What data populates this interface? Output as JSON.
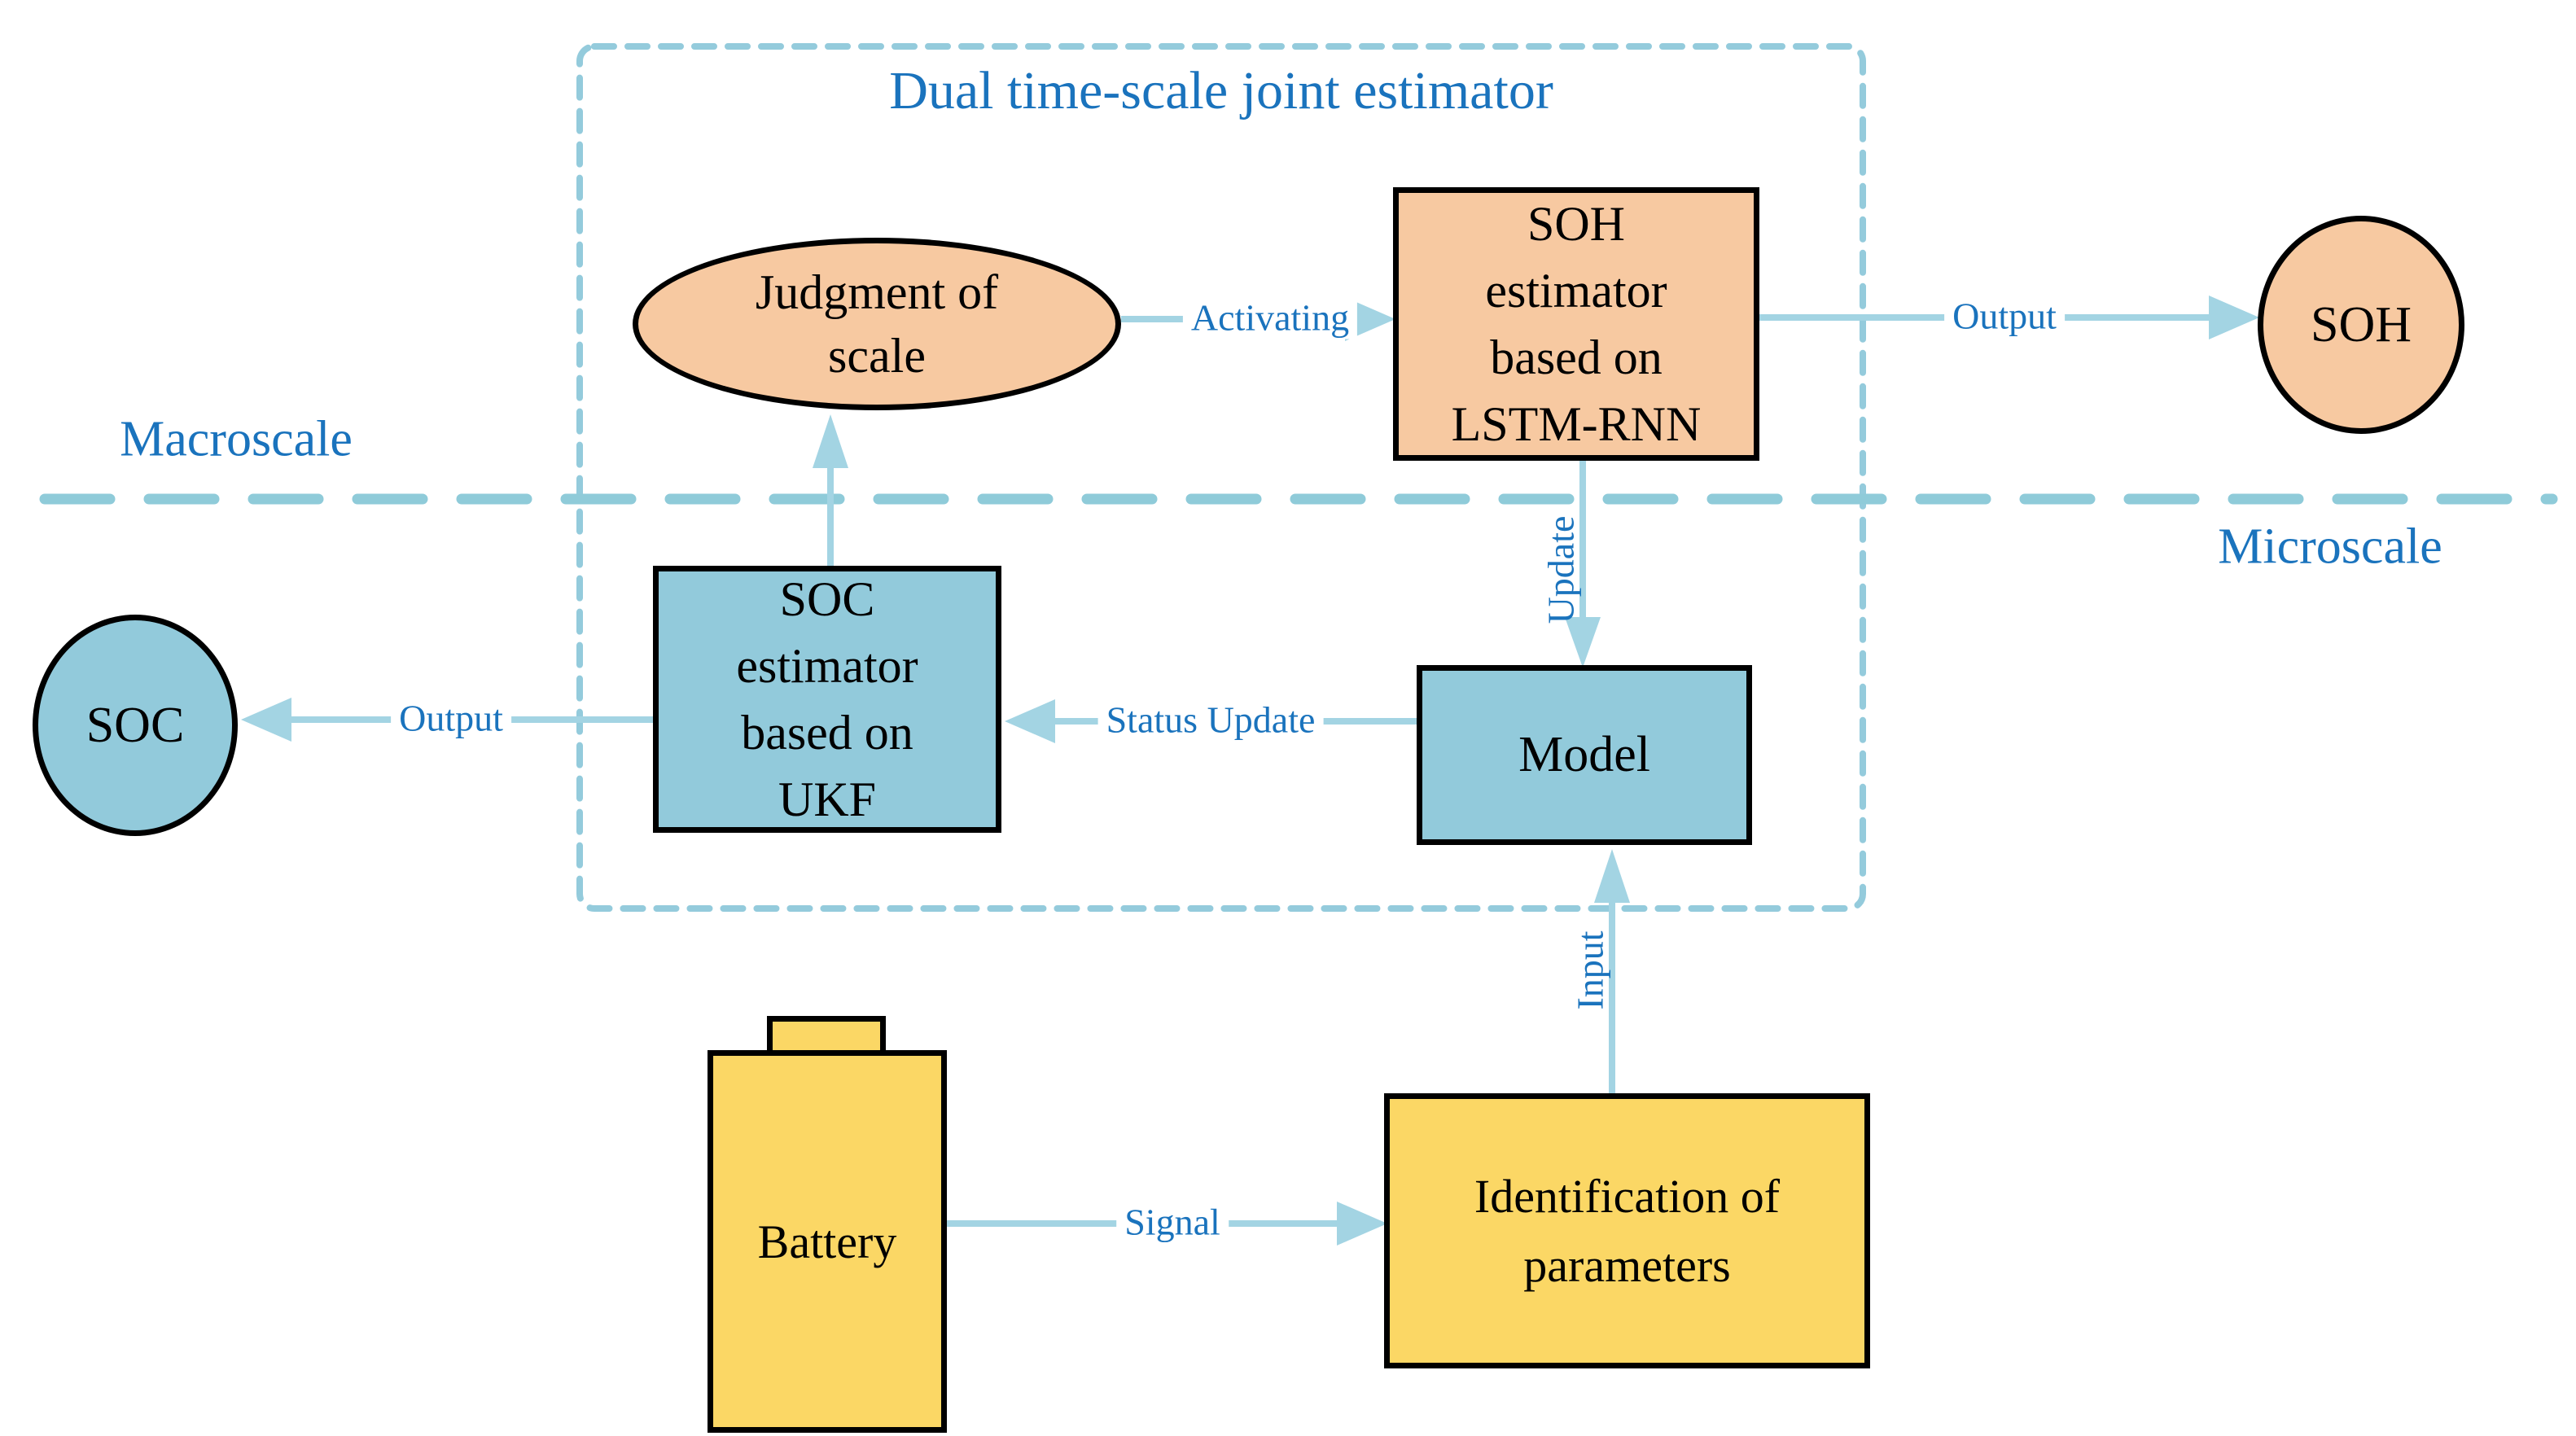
{
  "title": "Dual time-scale joint estimator",
  "scales": {
    "macro": "Macroscale",
    "micro": "Microscale"
  },
  "nodes": {
    "judgment": "Judgment of\nscale",
    "soh_estimator": "SOH\nestimator\nbased on\nLSTM-RNN",
    "soh_output": "SOH",
    "soc_estimator": "SOC\nestimator\nbased on\nUKF",
    "soc_output": "SOC",
    "model": "Model",
    "battery": "Battery",
    "identification": "Identification of\nparameters"
  },
  "edges": {
    "activating": "Activating",
    "soh_out": "Output",
    "update": "Update",
    "status_update": "Status Update",
    "soc_out": "Output",
    "input": "Input",
    "signal": "Signal"
  },
  "colors": {
    "peach_fill": "#F7C9A1",
    "blue_fill": "#92CADB",
    "yellow_fill": "#FBD765",
    "arrow": "#A3D4E3",
    "dashed_border": "#94CBDC",
    "divider": "#8FCBD9",
    "label_text": "#1A73BD",
    "node_border": "#000000"
  }
}
